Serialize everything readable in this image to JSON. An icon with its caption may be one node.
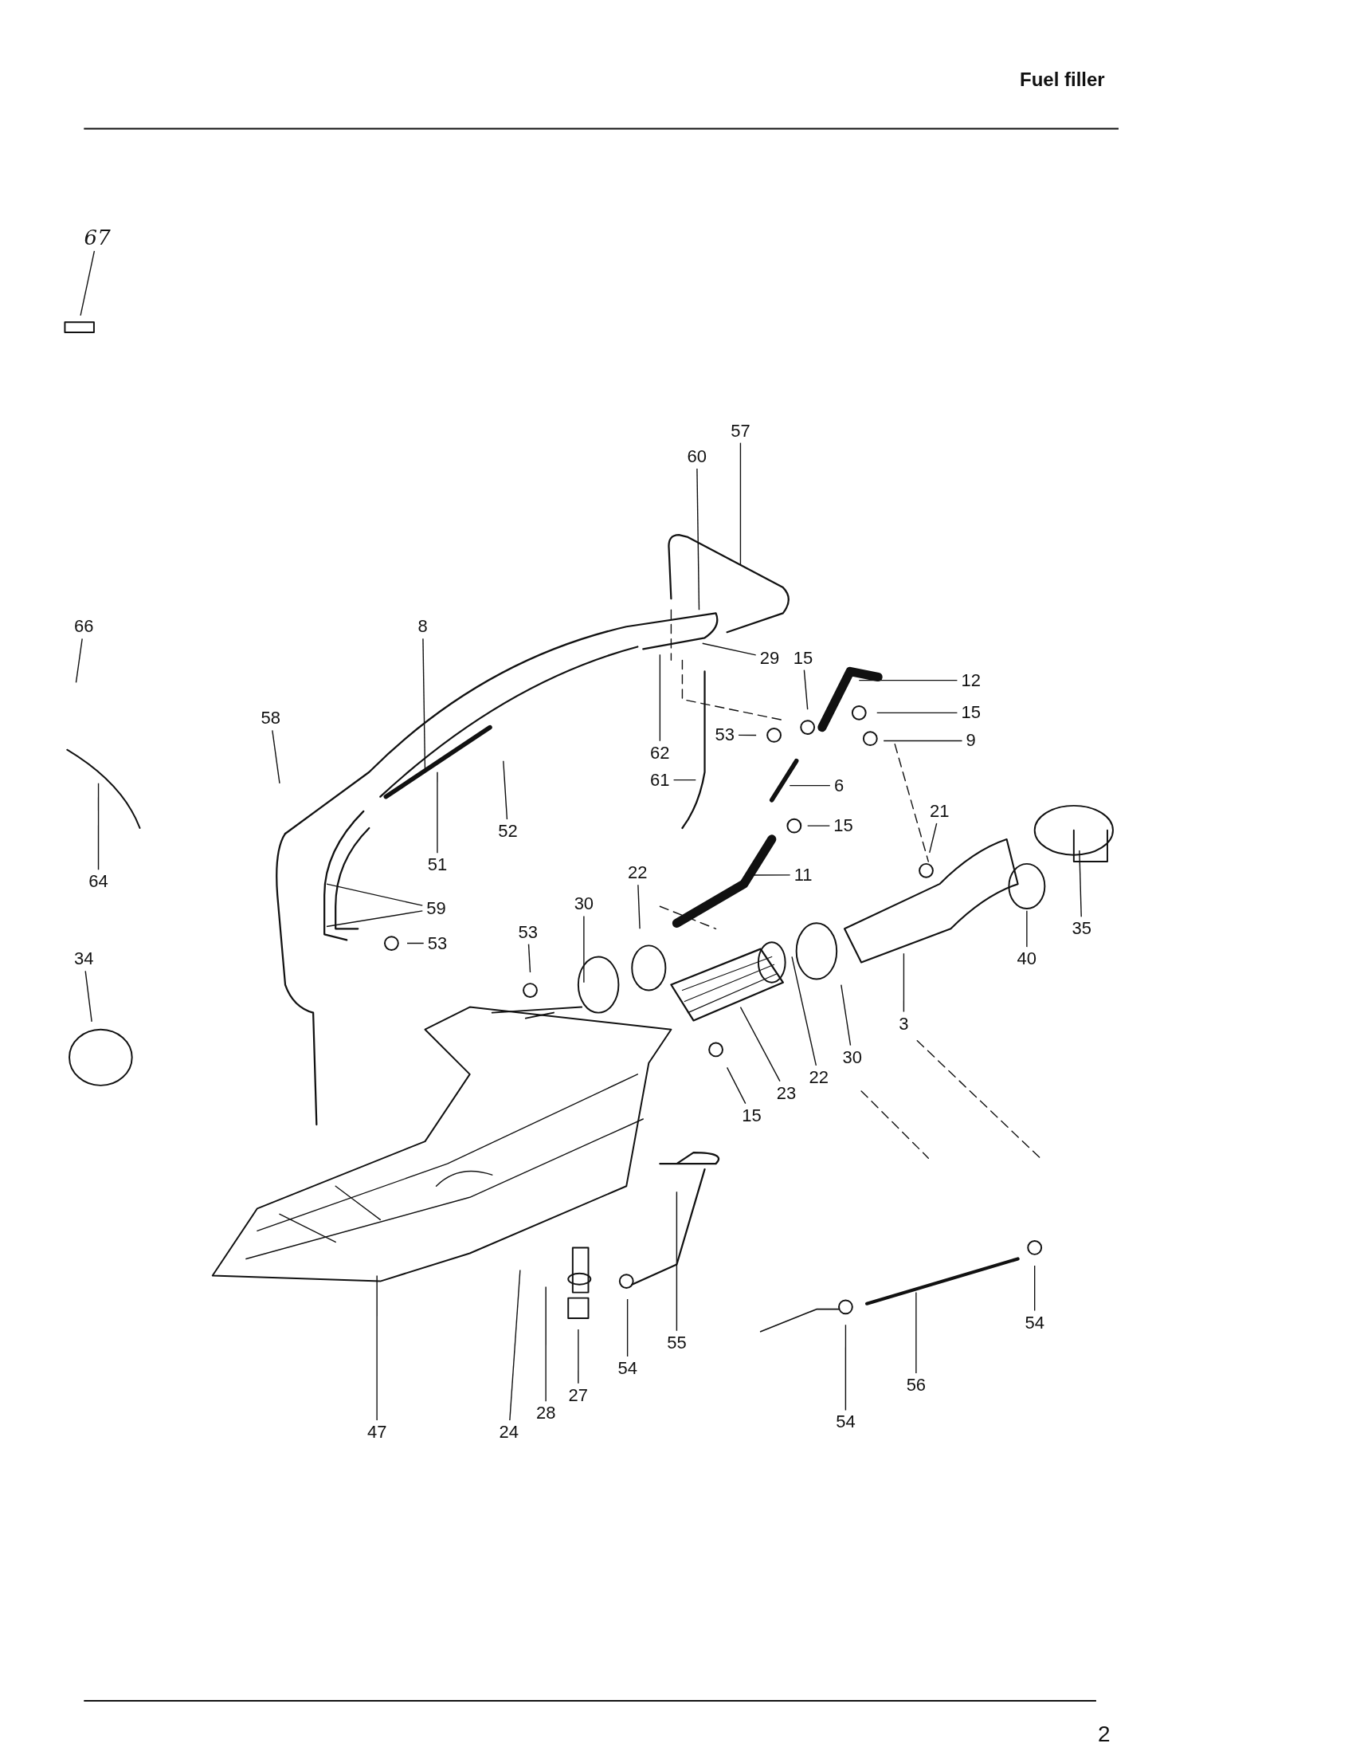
{
  "diagram": {
    "title": "Fuel filler",
    "nodes": [
      {
        "text": [
          "67"
        ]
      },
      {
        "text": [
          "57"
        ]
      },
      {
        "text": [
          "60"
        ]
      },
      {
        "text": [
          "66"
        ]
      },
      {
        "text": [
          "8"
        ]
      },
      {
        "text": [
          "29"
        ]
      },
      {
        "text": [
          "15"
        ]
      },
      {
        "text": [
          "12"
        ]
      },
      {
        "text": [
          "15"
        ]
      },
      {
        "text": [
          "58"
        ]
      },
      {
        "text": [
          "62"
        ]
      },
      {
        "text": [
          "53"
        ]
      },
      {
        "text": [
          "9"
        ]
      },
      {
        "text": [
          "61"
        ]
      },
      {
        "text": [
          "6"
        ]
      },
      {
        "text": [
          "64"
        ]
      },
      {
        "text": [
          "52"
        ]
      },
      {
        "text": [
          "51"
        ]
      },
      {
        "text": [
          "15"
        ]
      },
      {
        "text": [
          "21"
        ]
      },
      {
        "text": [
          "11"
        ]
      },
      {
        "text": [
          "22"
        ]
      },
      {
        "text": [
          "30"
        ]
      },
      {
        "text": [
          "59"
        ]
      },
      {
        "text": [
          "53"
        ]
      },
      {
        "text": [
          "53"
        ]
      },
      {
        "text": [
          "35"
        ]
      },
      {
        "text": [
          "40"
        ]
      },
      {
        "text": [
          "34"
        ]
      },
      {
        "text": [
          "3"
        ]
      },
      {
        "text": [
          "15"
        ]
      },
      {
        "text": [
          "23"
        ]
      },
      {
        "text": [
          "22"
        ]
      },
      {
        "text": [
          "30"
        ]
      },
      {
        "text": [
          "54"
        ]
      },
      {
        "text": [
          "55"
        ]
      },
      {
        "text": [
          "56"
        ]
      },
      {
        "text": [
          "54"
        ]
      },
      {
        "text": [
          "27"
        ]
      },
      {
        "text": [
          "28"
        ]
      },
      {
        "text": [
          "54"
        ]
      },
      {
        "text": [
          "47"
        ]
      },
      {
        "text": [
          "24"
        ]
      }
    ],
    "edges": [
      {
        "from": 0,
        "to": null,
        "arrow": "none"
      },
      {
        "from": 1,
        "to": null,
        "arrow": "none"
      },
      {
        "from": 2,
        "to": null,
        "arrow": "none"
      },
      {
        "from": 3,
        "to": null,
        "arrow": "none"
      },
      {
        "from": 4,
        "to": null,
        "arrow": "none"
      },
      {
        "from": 5,
        "to": null,
        "arrow": "none"
      },
      {
        "from": 6,
        "to": null,
        "arrow": "none"
      },
      {
        "from": 7,
        "to": null,
        "arrow": "none"
      },
      {
        "from": 8,
        "to": null,
        "arrow": "none"
      },
      {
        "from": 9,
        "to": null,
        "arrow": "none"
      },
      {
        "from": 10,
        "to": null,
        "arrow": "none"
      },
      {
        "from": 11,
        "to": null,
        "arrow": "none"
      },
      {
        "from": 12,
        "to": null,
        "arrow": "none"
      },
      {
        "from": 13,
        "to": null,
        "arrow": "none"
      },
      {
        "from": 14,
        "to": null,
        "arrow": "none"
      },
      {
        "from": 15,
        "to": null,
        "arrow": "none"
      },
      {
        "from": 16,
        "to": null,
        "arrow": "none"
      },
      {
        "from": 17,
        "to": null,
        "arrow": "none"
      },
      {
        "from": 18,
        "to": null,
        "arrow": "none"
      },
      {
        "from": 19,
        "to": null,
        "arrow": "none"
      },
      {
        "from": 20,
        "to": null,
        "arrow": "none"
      },
      {
        "from": 21,
        "to": null,
        "arrow": "none"
      },
      {
        "from": 22,
        "to": null,
        "arrow": "none"
      },
      {
        "from": 23,
        "to": null,
        "arrow": "none"
      },
      {
        "from": 24,
        "to": null,
        "arrow": "none"
      },
      {
        "from": 25,
        "to": null,
        "arrow": "none"
      },
      {
        "from": 26,
        "to": null,
        "arrow": "none"
      },
      {
        "from": 27,
        "to": null,
        "arrow": "none"
      },
      {
        "from": 28,
        "to": null,
        "arrow": "none"
      },
      {
        "from": 29,
        "to": null,
        "arrow": "none"
      },
      {
        "from": 30,
        "to": null,
        "arrow": "none"
      },
      {
        "from": 31,
        "to": null,
        "arrow": "none"
      },
      {
        "from": 32,
        "to": null,
        "arrow": "none"
      },
      {
        "from": 33,
        "to": null,
        "arrow": "none"
      },
      {
        "from": 34,
        "to": null,
        "arrow": "none"
      },
      {
        "from": 35,
        "to": null,
        "arrow": "none"
      },
      {
        "from": 36,
        "to": null,
        "arrow": "none"
      },
      {
        "from": 37,
        "to": null,
        "arrow": "none"
      },
      {
        "from": 38,
        "to": null,
        "arrow": "none"
      },
      {
        "from": 39,
        "to": null,
        "arrow": "none"
      },
      {
        "from": 40,
        "to": null,
        "arrow": "none"
      },
      {
        "from": 41,
        "to": null,
        "arrow": "none"
      },
      {
        "from": 42,
        "to": null,
        "arrow": "none"
      },
      {
        "from": 23,
        "to": null,
        "arrow": "none"
      }
    ],
    "labels": [
      "2"
    ]
  }
}
